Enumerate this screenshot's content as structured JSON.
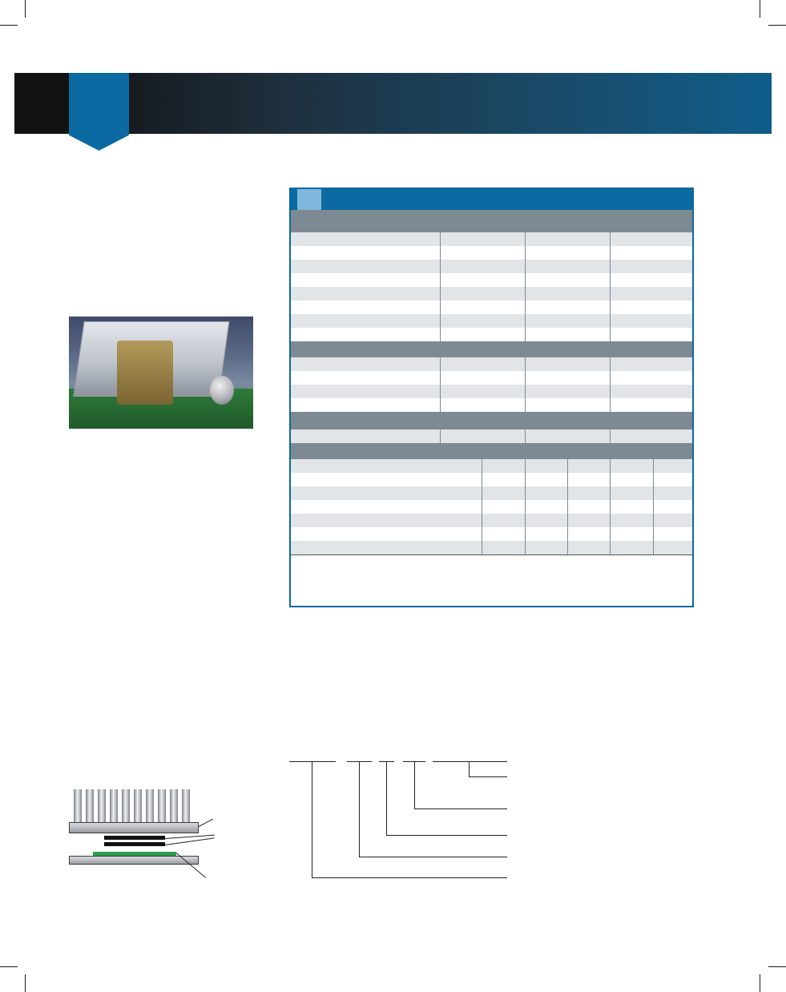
{
  "header": {
    "accent_dark": "#121212",
    "accent_blue": "#0a6aa1"
  },
  "spec_table": {
    "header_color": "#0a6aa1",
    "tab_color": "#7fb8dc",
    "band_color": "#7e8a92",
    "stripe_color": "#e1e5e8"
  },
  "photo": {
    "subject": "heat-sink-clip-on-circuit-board-image"
  },
  "diagram": {
    "subject": "heat-sink-stack-diagram",
    "fin_count": 10,
    "layer_colors": {
      "metal": "#b0b3b8",
      "pad": "#111111",
      "board": "#2e9a4a"
    }
  }
}
